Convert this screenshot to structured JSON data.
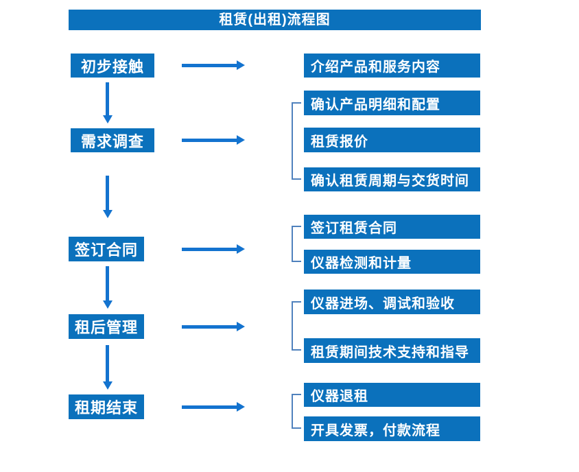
{
  "title": "租赁(出租)流程图",
  "colors": {
    "box_fill": "#0b71bc",
    "arrow": "#1373cf",
    "bracket": "#4f81bd",
    "text": "#ffffff"
  },
  "flow": {
    "steps": [
      {
        "label": "初步接触",
        "details": [
          "介绍产品和服务内容"
        ]
      },
      {
        "label": "需求调查",
        "details": [
          "确认产品明细和配置",
          "租赁报价",
          "确认租赁周期与交货时间"
        ]
      },
      {
        "label": "签订合同",
        "details": [
          "签订租赁合同",
          "仪器检测和计量"
        ]
      },
      {
        "label": "租后管理",
        "details": [
          "仪器进场、调试和验收",
          "租赁期间技术支持和指导"
        ]
      },
      {
        "label": "租期结束",
        "details": [
          "仪器退租",
          "开具发票，付款流程"
        ]
      }
    ]
  }
}
